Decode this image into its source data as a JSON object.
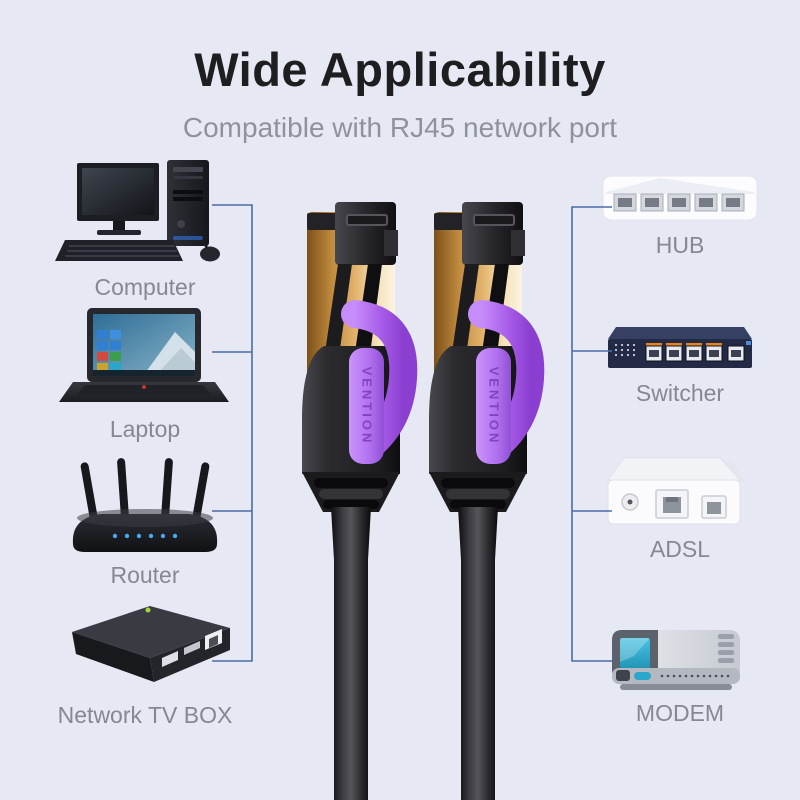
{
  "title": "Wide Applicability",
  "subtitle": "Compatible with RJ45 network port",
  "cable_brand": "VENTION",
  "left_devices": [
    {
      "label": "Computer",
      "icon": "desktop-computer"
    },
    {
      "label": "Laptop",
      "icon": "laptop"
    },
    {
      "label": "Router",
      "icon": "wifi-router"
    },
    {
      "label": "Network TV BOX",
      "icon": "tv-box"
    }
  ],
  "right_devices": [
    {
      "label": "HUB",
      "icon": "network-hub"
    },
    {
      "label": "Switcher",
      "icon": "network-switch"
    },
    {
      "label": "ADSL",
      "icon": "adsl-splitter"
    },
    {
      "label": "MODEM",
      "icon": "modem"
    }
  ],
  "colors": {
    "background": "#e6e9f4",
    "title": "#1e1e21",
    "subtitle": "#8f9298",
    "label": "#85888f",
    "bracket_line": "#4a6da8",
    "cable_gold": "#c6913f",
    "cable_purple": "#b678ef",
    "cable_black": "#242427"
  }
}
